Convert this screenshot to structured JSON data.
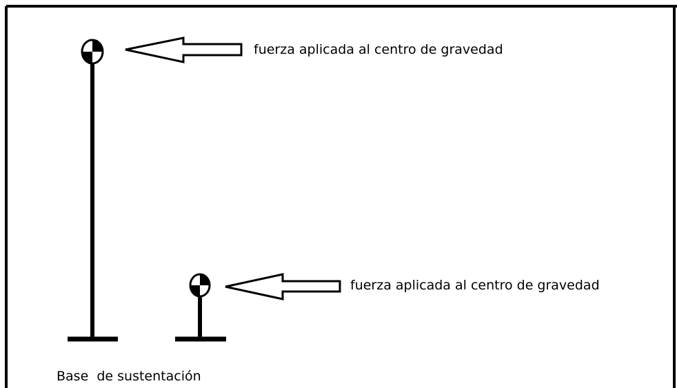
{
  "diagram": {
    "labels": {
      "force_top": "fuerza aplicada al centro de gravedad",
      "force_bottom": "fuerza aplicada al centro de gravedad",
      "base": "Base  de sustentación"
    }
  }
}
